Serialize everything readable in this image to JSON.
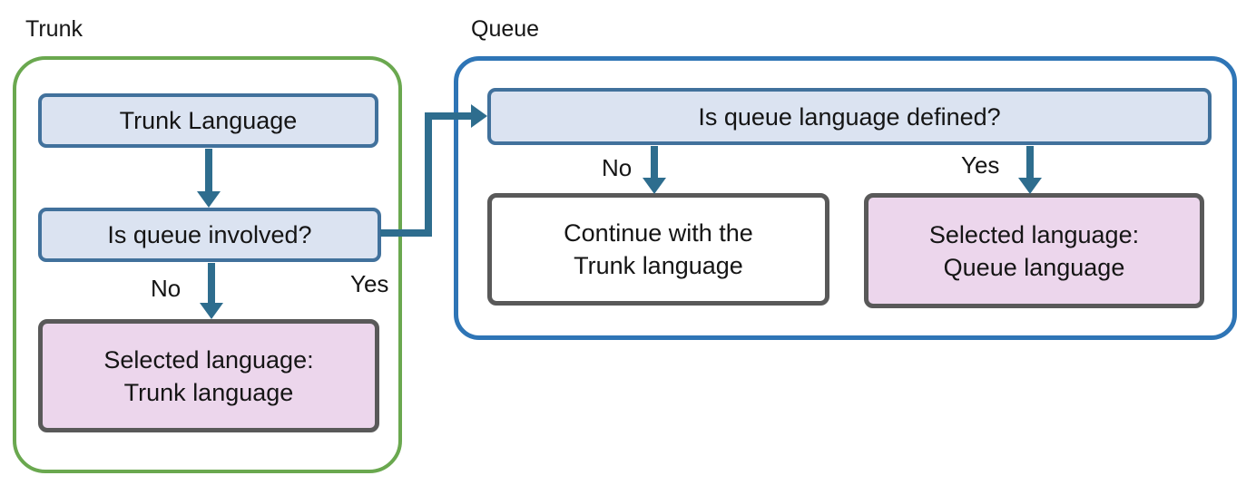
{
  "diagram": {
    "trunk": {
      "title": "Trunk",
      "nodes": {
        "trunk_language": "Trunk Language",
        "is_queue_involved": "Is queue involved?",
        "selected_language": {
          "line1": "Selected language:",
          "line2": "Trunk language"
        }
      },
      "branch_labels": {
        "no": "No",
        "yes": "Yes"
      }
    },
    "queue": {
      "title": "Queue",
      "nodes": {
        "is_queue_language_defined": "Is queue language defined?",
        "continue_with_trunk": {
          "line1": "Continue with the",
          "line2": "Trunk language"
        },
        "selected_language": {
          "line1": "Selected language:",
          "line2": "Queue language"
        }
      },
      "branch_labels": {
        "no": "No",
        "yes": "Yes"
      }
    },
    "colors": {
      "trunk_container_border": "#6aa84f",
      "queue_container_border": "#2e75b6",
      "process_fill": "#dbe3f1",
      "process_border": "#41719c",
      "result_fill": "#ecd6ec",
      "result_border": "#595959",
      "neutral_fill": "#ffffff",
      "arrow": "#2e6d8e",
      "text": "#151515"
    }
  }
}
